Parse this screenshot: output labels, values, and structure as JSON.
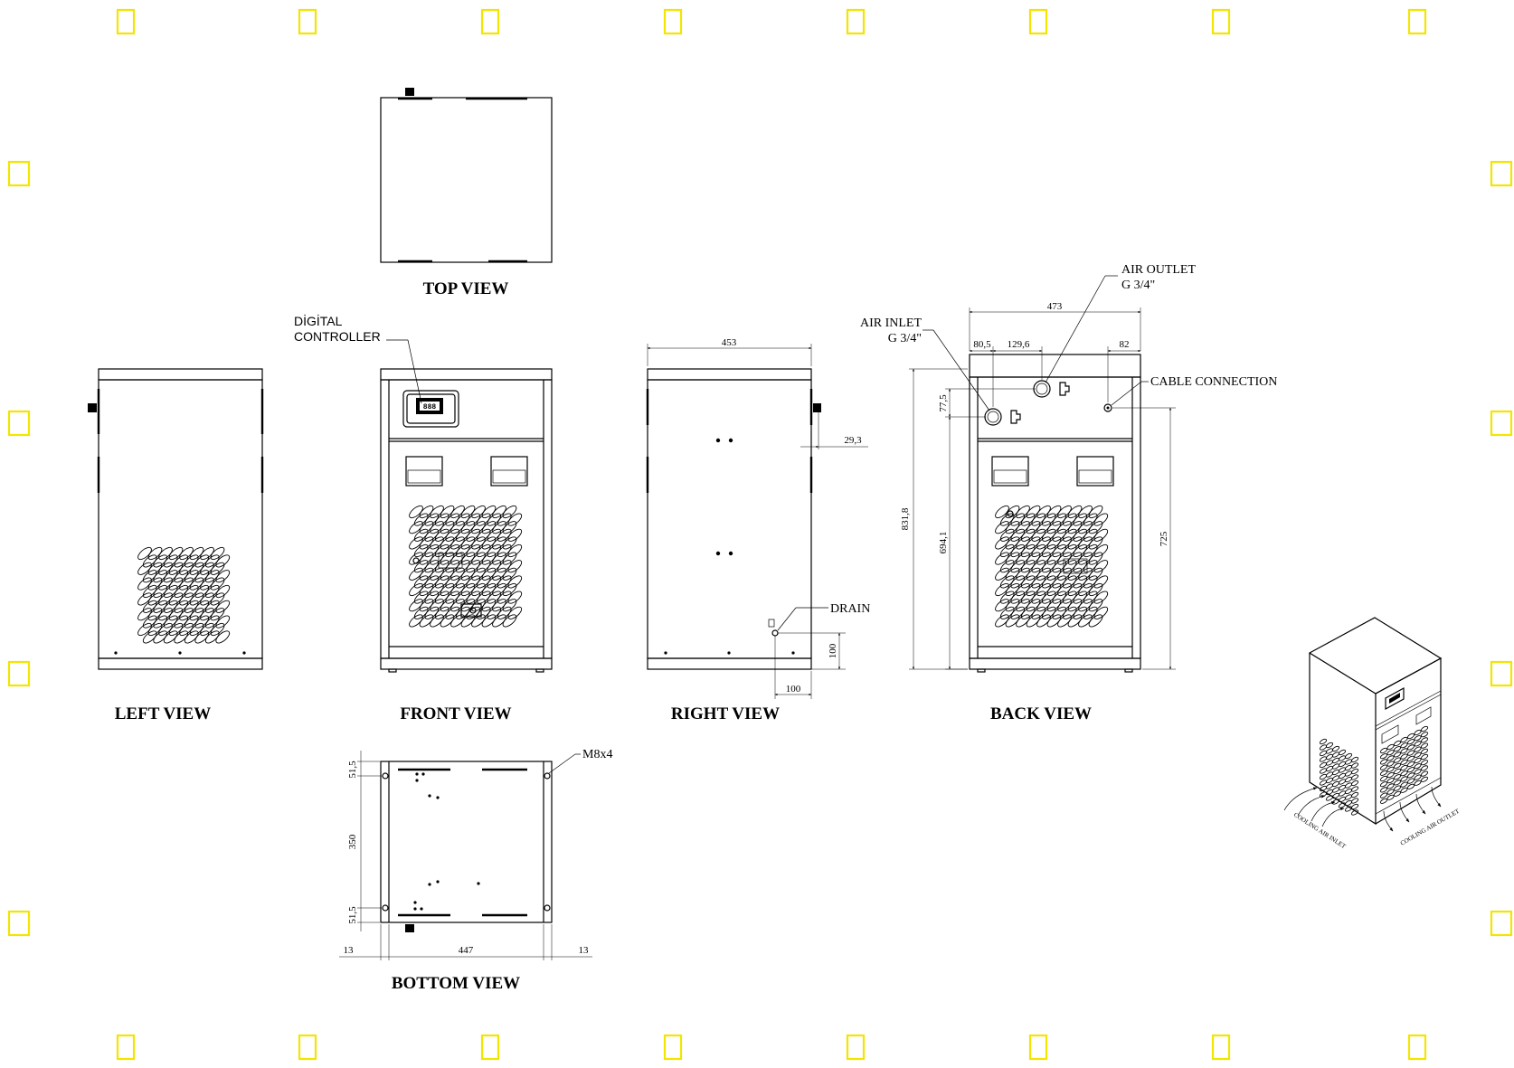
{
  "views": {
    "top": "TOP VIEW",
    "left": "LEFT VIEW",
    "front": "FRONT VIEW",
    "right": "RIGHT VIEW",
    "back": "BACK VIEW",
    "bottom": "BOTTOM VIEW"
  },
  "callouts": {
    "digital_controller_1": "DİGİTAL",
    "digital_controller_2": "CONTROLLER",
    "air_outlet_1": "AIR OUTLET",
    "air_outlet_2": "G 3/4\"",
    "air_inlet_1": "AIR INLET",
    "air_inlet_2": "G 3/4\"",
    "cable_connection": "CABLE CONNECTION",
    "drain": "DRAIN",
    "mounting": "M8x4",
    "cooling_air_inlet": "COOLING AIR INLET",
    "cooling_air_outlet": "COOLING AIR OUTLET"
  },
  "dimensions": {
    "right_width": "453",
    "right_offset": "29,3",
    "drain_height": "100",
    "drain_depth": "100",
    "back_width": "473",
    "back_inlet_x": "80,5",
    "back_outlet_spacing": "129,6",
    "back_cable_x": "82",
    "back_port_height": "77,5",
    "back_total_height": "831,8",
    "back_port_level": "694,1",
    "back_cable_height": "725",
    "bottom_edge_top": "51,5",
    "bottom_span": "350",
    "bottom_edge_bottom": "51,5",
    "bottom_overhang_left": "13",
    "bottom_width": "447",
    "bottom_overhang_right": "13"
  },
  "colors": {
    "line": "#000000",
    "registration_mark": "#f2e600",
    "background": "#ffffff"
  }
}
